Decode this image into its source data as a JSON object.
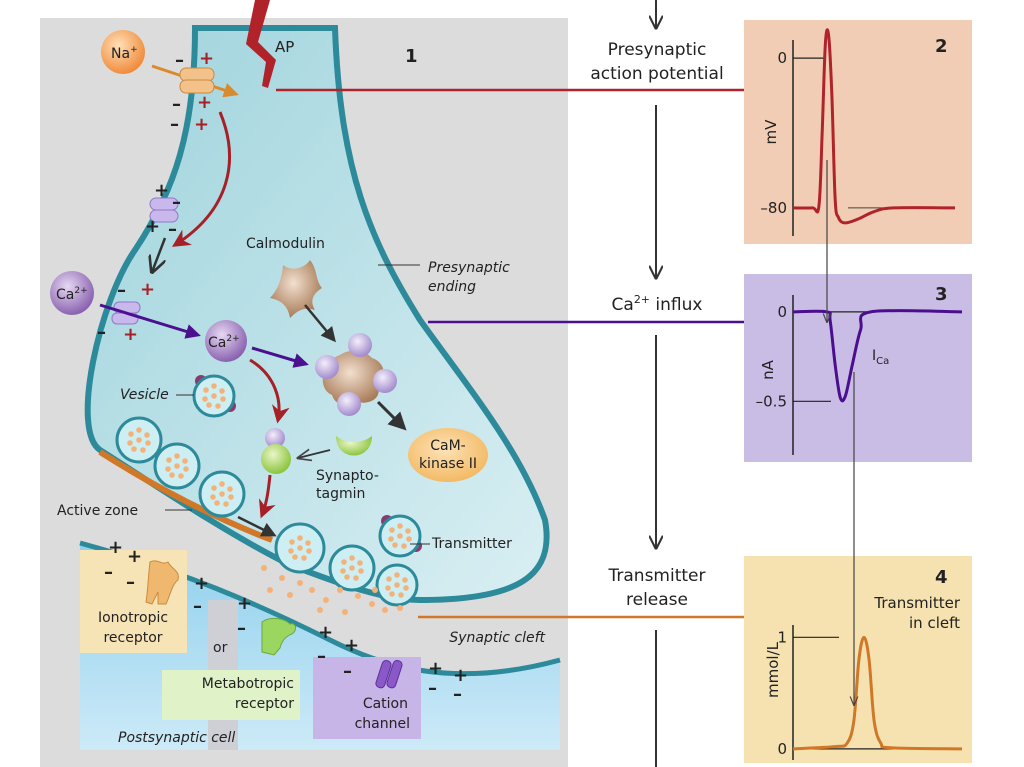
{
  "panel_1": {
    "number": "1",
    "labels": {
      "ap": "AP",
      "na": "Na",
      "na_sup": "+",
      "ca_outside": "Ca",
      "ca_inside": "Ca",
      "ca_sup": "2+",
      "calmodulin": "Calmodulin",
      "presynaptic_ending_1": "Presynaptic",
      "presynaptic_ending_2": "ending",
      "vesicle": "Vesicle",
      "camkinase_1": "CaM-",
      "camkinase_2": "kinase II",
      "synaptotagmin_1": "Synapto-",
      "synaptotagmin_2": "tagmin",
      "active_zone": "Active zone",
      "transmitter": "Transmitter",
      "ionotropic_1": "Ionotropic",
      "ionotropic_2": "receptor",
      "or": "or",
      "metabotropic_1": "Metabotropic",
      "metabotropic_2": "receptor",
      "cation_1": "Cation",
      "cation_2": "channel",
      "synaptic_cleft": "Synaptic cleft",
      "postsynaptic_cell": "Postsynaptic cell",
      "plus": "+",
      "minus": "–"
    }
  },
  "flow": {
    "step_1_line1": "Presynaptic",
    "step_1_line2": "action potential",
    "step_2_prefix": "Ca",
    "step_2_sup": "2+",
    "step_2_suffix": " influx",
    "step_3_line1": "Transmitter",
    "step_3_line2": "release"
  },
  "colors": {
    "panel2_bg": "#f2cdb5",
    "panel3_bg": "#c9bde6",
    "panel4_bg": "#f5e2b0",
    "ap_trace": "#b0232a",
    "ca_trace": "#4a0e8f",
    "transmitter_trace": "#d07828",
    "membrane": "#2c8a9a",
    "cytoplasm": "#bfe3ea"
  },
  "chart_data": [
    {
      "type": "line",
      "panel": "2",
      "title": "",
      "ylabel": "mV",
      "yticks": [
        "0",
        "–80"
      ],
      "ylim": [
        -95,
        15
      ],
      "series": [
        {
          "name": "Presynaptic action potential",
          "x": [
            0,
            0.12,
            0.16,
            0.18,
            0.2,
            0.22,
            0.24,
            0.26,
            0.28,
            0.32,
            0.4,
            0.5,
            0.62,
            1.0
          ],
          "y": [
            -80,
            -80,
            -79,
            -40,
            8,
            12,
            -20,
            -75,
            -85,
            -88,
            -86,
            -82,
            -80,
            -80
          ]
        }
      ]
    },
    {
      "type": "line",
      "panel": "3",
      "title": "",
      "ylabel": "nA",
      "yticks": [
        "0",
        "–0.5"
      ],
      "annotation": "ICa",
      "annotation_sub": "Ca",
      "ylim": [
        -0.8,
        0.15
      ],
      "series": [
        {
          "name": "ICa",
          "x": [
            0,
            0.2,
            0.22,
            0.25,
            0.28,
            0.31,
            0.35,
            0.4,
            0.46,
            1.0
          ],
          "y": [
            0,
            0,
            -0.05,
            -0.3,
            -0.48,
            -0.47,
            -0.3,
            -0.1,
            0,
            0
          ]
        }
      ]
    },
    {
      "type": "line",
      "panel": "4",
      "title": "Transmitter in cleft",
      "title_line1": "Transmitter",
      "title_line2": "in cleft",
      "ylabel": "mmol/L",
      "yticks": [
        "1",
        "0"
      ],
      "ylim": [
        -0.1,
        1.2
      ],
      "series": [
        {
          "name": "Transmitter concentration",
          "x": [
            0,
            0.25,
            0.32,
            0.36,
            0.39,
            0.42,
            0.45,
            0.48,
            0.52,
            0.58,
            1.0
          ],
          "y": [
            0,
            0.02,
            0.05,
            0.25,
            0.8,
            1.0,
            0.8,
            0.25,
            0.05,
            0.01,
            0
          ]
        }
      ]
    }
  ]
}
